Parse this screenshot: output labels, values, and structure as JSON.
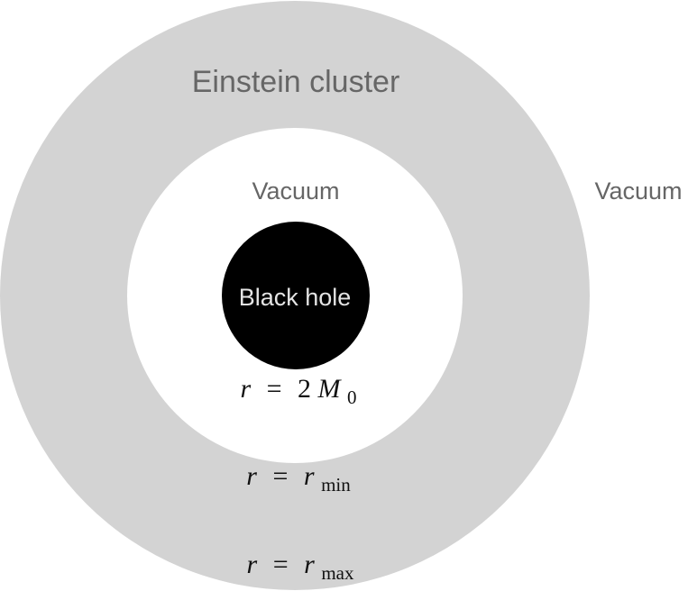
{
  "colors": {
    "cluster_fill": "#d3d3d3",
    "vacuum_fill": "#ffffff",
    "black_hole_fill": "#000000",
    "region_label_color": "#666666",
    "black_hole_label_color": "#e4e4e4"
  },
  "labels": {
    "cluster": "Einstein cluster",
    "inner_vacuum": "Vacuum",
    "outer_vacuum": "Vacuum",
    "black_hole": "Black hole"
  },
  "radii": {
    "horizon": {
      "variable": "r",
      "equals": "=",
      "coefficient": "2",
      "symbol": "M",
      "subscript": "0"
    },
    "inner": {
      "variable": "r",
      "equals": "=",
      "symbol": "r",
      "subscript": "min"
    },
    "outer": {
      "variable": "r",
      "equals": "=",
      "symbol": "r",
      "subscript": "max"
    }
  }
}
